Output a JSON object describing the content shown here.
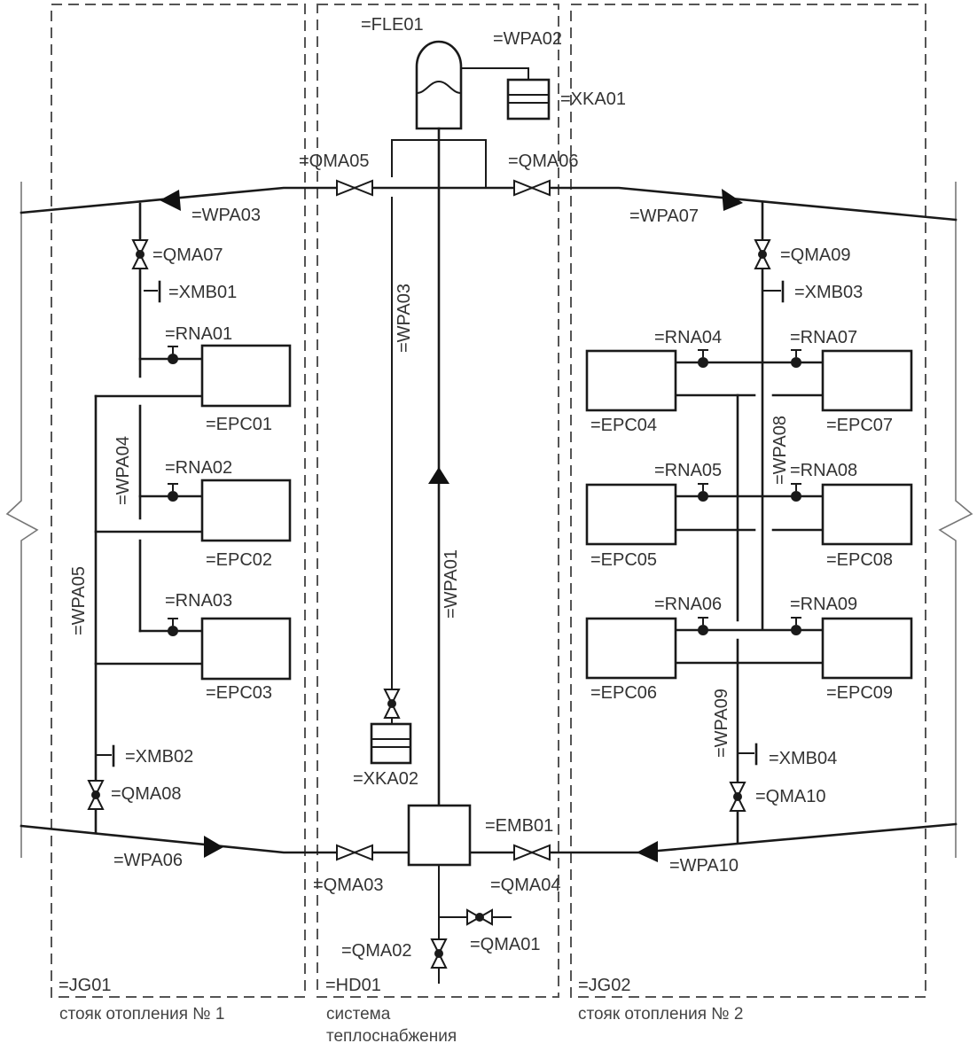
{
  "zones": [
    {
      "id": "=JG01",
      "caption": [
        "стояк отопления № 1"
      ]
    },
    {
      "id": "=HD01",
      "caption": [
        "система",
        "теплоснабжения"
      ]
    },
    {
      "id": "=JG02",
      "caption": [
        "стояк отопления № 2"
      ]
    }
  ],
  "equipment": {
    "expansion_tank": "=FLE01",
    "heat_station": "=EMB01",
    "tank_top": "=XKA01",
    "tank_bottom": "=XKA02"
  },
  "pipes": {
    "wpa01": "=WPA01",
    "wpa02": "=WPA02",
    "wpa03_top": "=WPA03",
    "wpa03_vert": "=WPA03",
    "wpa04": "=WPA04",
    "wpa05": "=WPA05",
    "wpa06": "=WPA06",
    "wpa07": "=WPA07",
    "wpa08": "=WPA08",
    "wpa09": "=WPA09",
    "wpa10": "=WPA10"
  },
  "valves": {
    "qma01": "=QMA01",
    "qma02": "=QMA02",
    "qma03": "=QMA03",
    "qma04": "=QMA04",
    "qma05": "=QMA05",
    "qma06": "=QMA06",
    "qma07": "=QMA07",
    "qma08": "=QMA08",
    "qma09": "=QMA09",
    "qma10": "=QMA10"
  },
  "drains": {
    "xmb01": "=XMB01",
    "xmb02": "=XMB02",
    "xmb03": "=XMB03",
    "xmb04": "=XMB04"
  },
  "regulators": {
    "rna01": "=RNA01",
    "rna02": "=RNA02",
    "rna03": "=RNA03",
    "rna04": "=RNA04",
    "rna05": "=RNA05",
    "rna06": "=RNA06",
    "rna07": "=RNA07",
    "rna08": "=RNA08",
    "rna09": "=RNA09"
  },
  "radiators": {
    "epc01": "=EPC01",
    "epc02": "=EPC02",
    "epc03": "=EPC03",
    "epc04": "=EPC04",
    "epc05": "=EPC05",
    "epc06": "=EPC06",
    "epc07": "=EPC07",
    "epc08": "=EPC08",
    "epc09": "=EPC09"
  }
}
